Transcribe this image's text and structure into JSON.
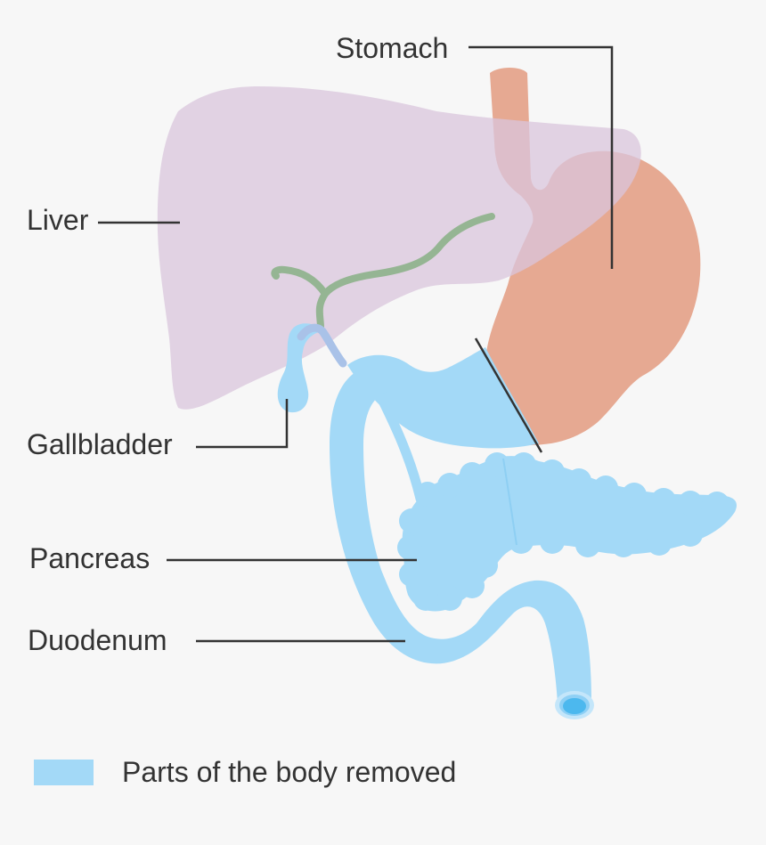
{
  "labels": {
    "stomach": "Stomach",
    "liver": "Liver",
    "gallbladder": "Gallbladder",
    "pancreas": "Pancreas",
    "duodenum": "Duodenum"
  },
  "legend": {
    "text": "Parts of the body removed",
    "swatch_color": "#a3d9f7"
  },
  "colors": {
    "background": "#f7f7f7",
    "liver": "#e2d3e4",
    "stomach": "#e6a992",
    "removed": "#a3d9f7",
    "bile_duct": "#95b593",
    "bile_duct_removed": "#a9c2e8",
    "duodenum_opening": "#4cb8ee",
    "text": "#333333"
  }
}
